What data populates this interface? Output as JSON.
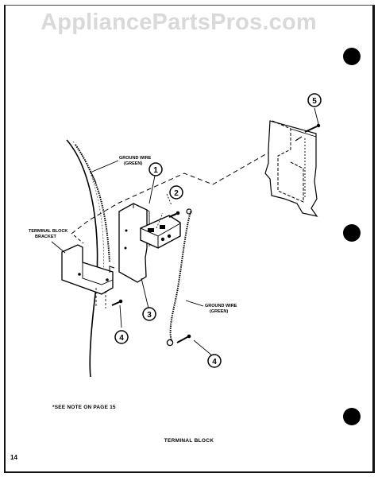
{
  "watermark": "AppliancePartsPros.com",
  "callouts": {
    "c1": "1",
    "c2": "2",
    "c3": "3",
    "c4a": "4",
    "c4b": "4",
    "c5": "5"
  },
  "labels": {
    "ground_wire_top_1": "GROUND WIRE",
    "ground_wire_top_2": "(GREEN)",
    "ground_wire_bottom_1": "GROUND WIRE",
    "ground_wire_bottom_2": "(GREEN)",
    "bracket_1": "TERMINAL BLOCK",
    "bracket_2": "BRACKET"
  },
  "note": "*SEE NOTE ON PAGE 15",
  "caption": "TERMINAL BLOCK",
  "page_number": "14"
}
